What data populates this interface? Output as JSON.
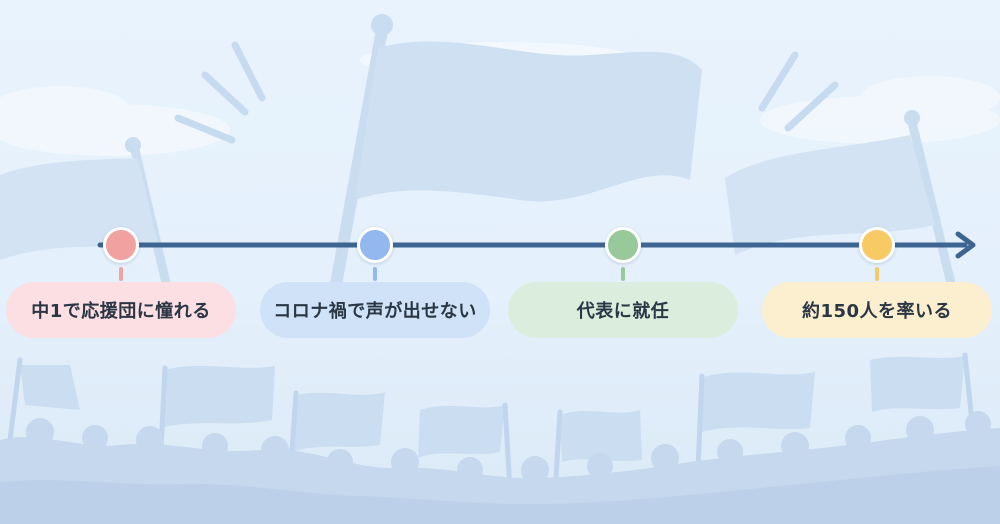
{
  "timeline": {
    "items": [
      {
        "label": "中1で応援団に憧れる",
        "dot_color": "#f1a1a0",
        "pill_color": "#fbdfe2",
        "stem_color": "#f1a1a0"
      },
      {
        "label": "コロナ禍で声が出せない",
        "dot_color": "#93b8f0",
        "pill_color": "#cfe2f8",
        "stem_color": "#93b8f0"
      },
      {
        "label": "代表に就任",
        "dot_color": "#98c99b",
        "pill_color": "#dbeedd",
        "stem_color": "#98c99b"
      },
      {
        "label": "約150人を率いる",
        "dot_color": "#f8ca64",
        "pill_color": "#fcefcf",
        "stem_color": "#f8ca64"
      }
    ],
    "line_color": "#3e6591"
  }
}
